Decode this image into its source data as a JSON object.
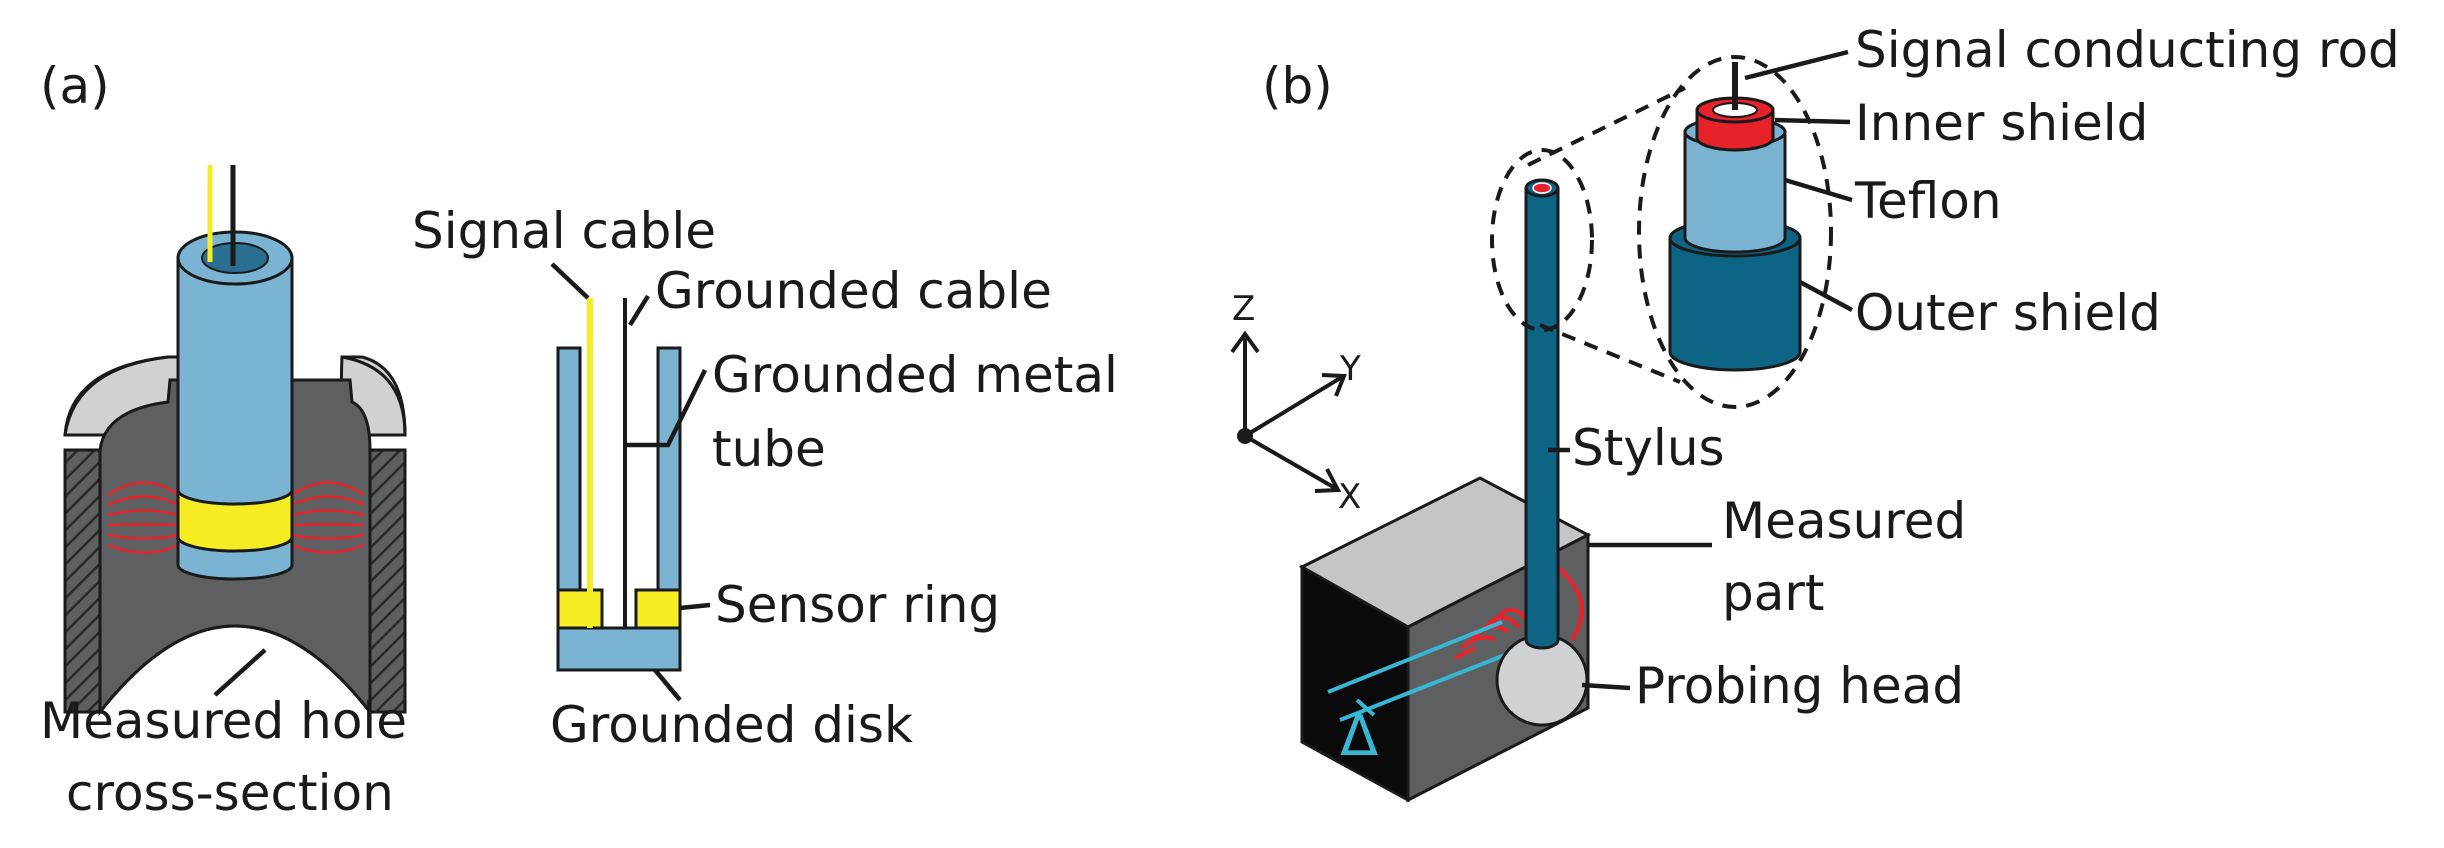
{
  "colors": {
    "tube_blue": "#7ab4d2",
    "dark_blue": "#0d6485",
    "sensor_yellow": "#f5ec23",
    "field_red": "#e8222a",
    "gray_dark": "#5e5f61",
    "gray_light": "#d0d1d2",
    "gray_face": "#c4c5c6",
    "cyan": "#38b6d4"
  },
  "panel_a": {
    "label": "(a)",
    "signal_cable": "Signal cable",
    "grounded_cable": "Grounded cable",
    "grounded_metal_tube_1": "Grounded metal",
    "grounded_metal_tube_2": "tube",
    "sensor_ring": "Sensor ring",
    "grounded_disk": "Grounded disk",
    "measured_hole_1": "Measured hole",
    "measured_hole_2": "cross-section"
  },
  "panel_b": {
    "label": "(b)",
    "signal_conducting_rod": "Signal conducting rod",
    "inner_shield": "Inner shield",
    "teflon": "Teflon",
    "outer_shield": "Outer shield",
    "stylus": "Stylus",
    "measured_part_1": "Measured",
    "measured_part_2": "part",
    "probing_head": "Probing head",
    "delta_symbol": "Δ",
    "axis_x": "X",
    "axis_y": "Y",
    "axis_z": "Z"
  }
}
